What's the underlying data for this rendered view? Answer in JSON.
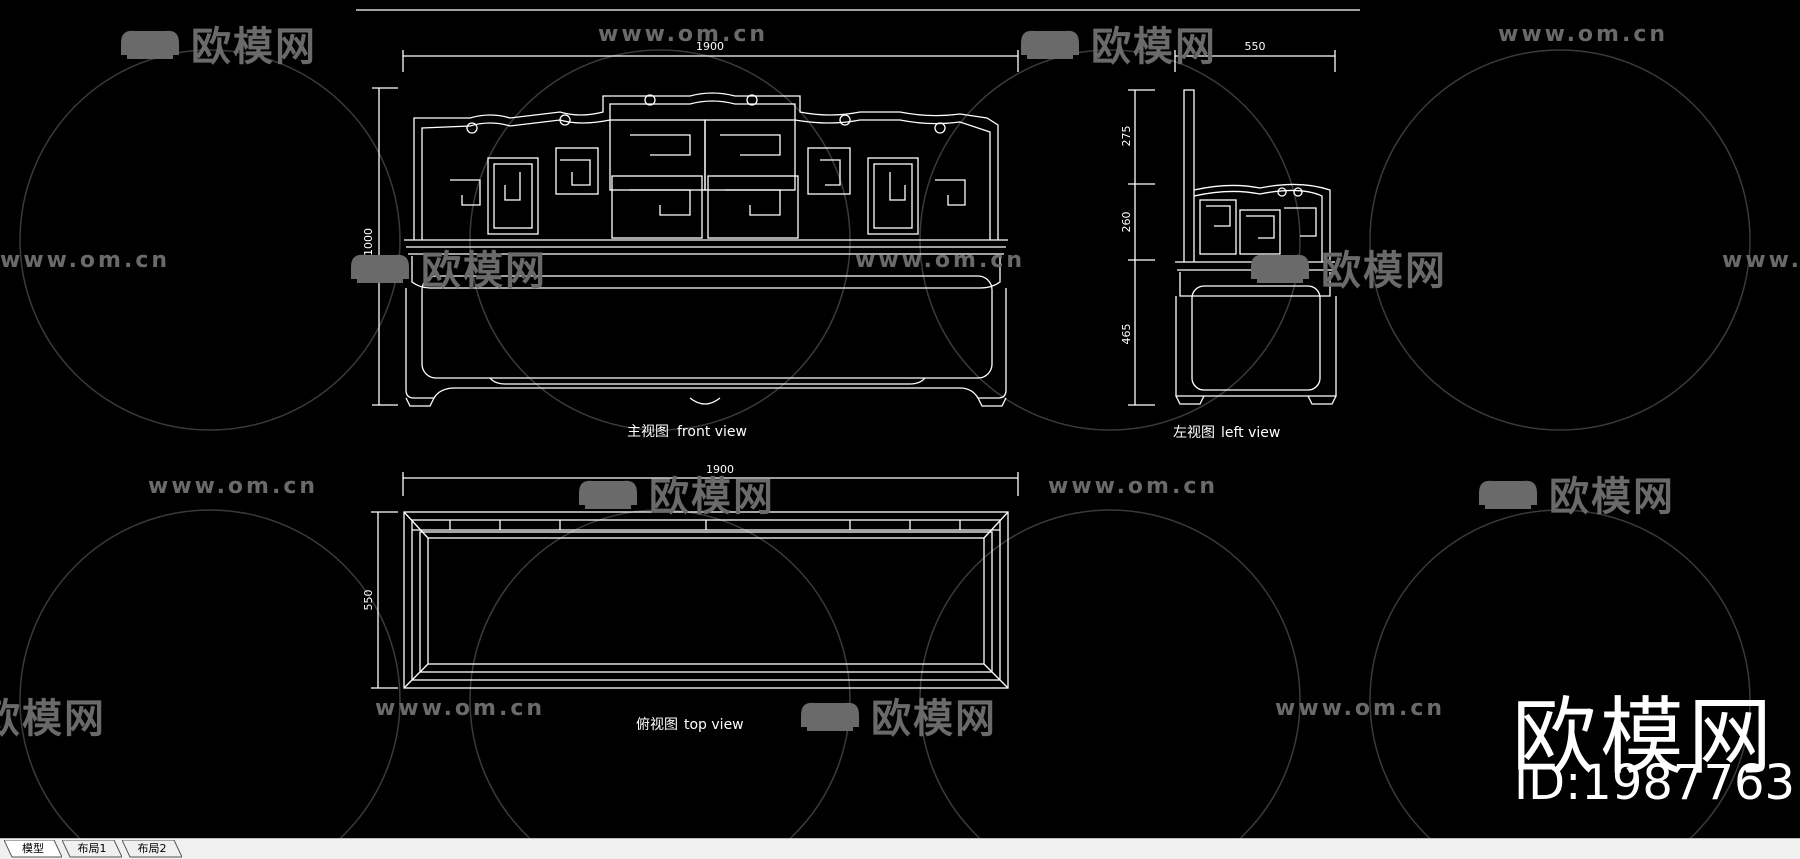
{
  "drawing": {
    "front": {
      "width_dim": "1900",
      "height_dim": "1000",
      "caption_cn": "主视图",
      "caption_en": "front view"
    },
    "left": {
      "width_dim": "550",
      "dims": [
        "275",
        "260",
        "465"
      ],
      "caption_cn": "左视图",
      "caption_en": "left view"
    },
    "top": {
      "width_dim": "1900",
      "height_dim": "550",
      "caption_cn": "俯视图",
      "caption_en": "top view"
    }
  },
  "watermark": {
    "url": "www.om.cn",
    "brand": "欧模网",
    "id_text": "ID:1987763"
  },
  "tabs": [
    {
      "label": "模型",
      "active": true
    },
    {
      "label": "布局1",
      "active": false
    },
    {
      "label": "布局2",
      "active": false
    }
  ],
  "colors": {
    "background": "#000000",
    "line": "#ffffff",
    "watermark": "#6a6a6a",
    "tabbar": "#f0f0f0"
  }
}
